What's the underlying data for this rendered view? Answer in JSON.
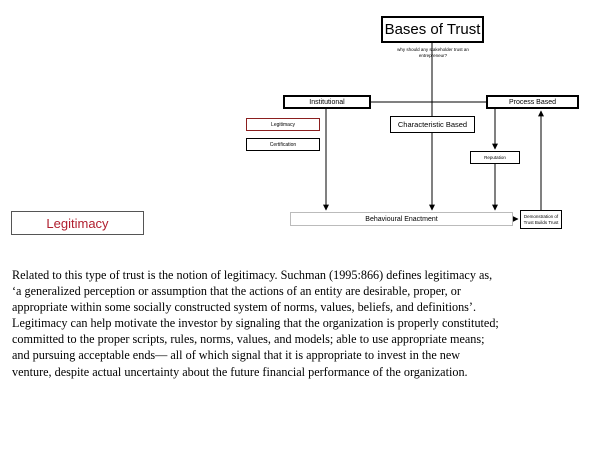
{
  "diagram": {
    "title": "Bases of Trust",
    "subtitle": "why should any stakeholder trust an entrepreneur?",
    "nodes": {
      "institutional": "Institutional",
      "process_based": "Process Based",
      "characteristic_based": "Characteristic Based",
      "legitimacy": "Legitimacy",
      "certification": "Certification",
      "reputation": "Reputation",
      "behavioural_enactment": "Behavioural Enactment",
      "demonstration": "Demonstration of Trust Builds Trust"
    }
  },
  "section_label": "Legitimacy",
  "body_text": "Related to this type of trust is the notion of legitimacy. Suchman (1995:866) defines legitimacy as, ‘a generalized perception or assumption that the actions of an entity are desirable, proper, or appropriate within some socially constructed system of norms, values, beliefs, and definitions’. Legitimacy can help motivate the investor by signaling that the organization is properly constituted; committed to the proper scripts, rules, norms, values, and models; able to use appropriate means; and pursuing acceptable ends— all of which signal that it is appropriate to invest in the new venture, despite actual uncertainty about the future financial performance of the organization."
}
